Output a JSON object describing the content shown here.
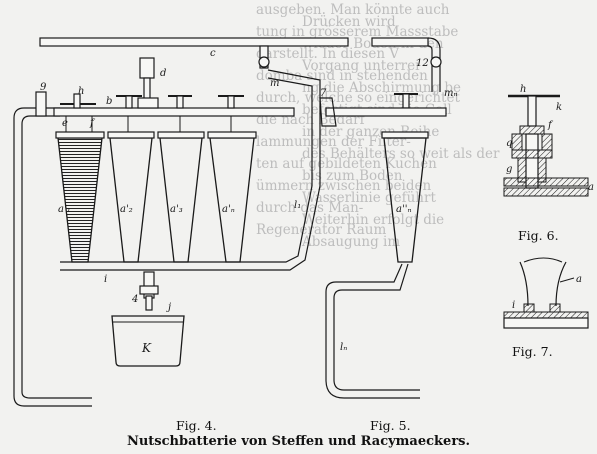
{
  "caption": "Nutschbatterie von Steffen und Racymaeckers.",
  "figures": {
    "fig4": "Fig. 4.",
    "fig5": "Fig. 5.",
    "fig6": "Fig. 6.",
    "fig7": "Fig. 7."
  },
  "labels": {
    "fig4": {
      "c": "c",
      "d": "d",
      "m": "m",
      "g9": "9",
      "h": "h",
      "b": "b",
      "e": "e",
      "f": "f",
      "a1": "a'₁",
      "a2": "a'₂",
      "a3": "a'₃",
      "an": "a'ₙ",
      "l1": "l₁",
      "i": "i",
      "n4": "4",
      "j": "j",
      "K": "K"
    },
    "fig5": {
      "n12": "12",
      "mn": "mₙ",
      "n7": "7",
      "an": "a''ₙ",
      "ln": "lₙ"
    },
    "fig6": {
      "h": "h",
      "k": "k",
      "f": "f",
      "q": "q",
      "g": "g",
      "a": "a"
    },
    "fig7": {
      "a": "a",
      "i": "i"
    }
  },
  "background_text": [
    "ausgeben. Man könnte auch",
    "tung in grösserem Massstabe",
    "darstellt. In diesen V",
    "domba sind in stehenden",
    "durch, welche so eingerichtet",
    "die nach Bedarf",
    "lammungen der Filter-",
    "ten auf gebildeten Kuchen",
    "ümmern zwischen beiden",
    "durch das Man-",
    "Regenerator Raum",
    "Drücken wird",
    "wieder Boden in den",
    "Vorgang unterrei",
    "ng die Abschirmung be",
    "befestigt sind die Cell",
    "in der ganzen Reihe",
    "des Behälters so weit als der",
    "bis zum Boden",
    "Wasserlinie geführt",
    "Weiterhin erfolgt die",
    "Absaugung im"
  ]
}
